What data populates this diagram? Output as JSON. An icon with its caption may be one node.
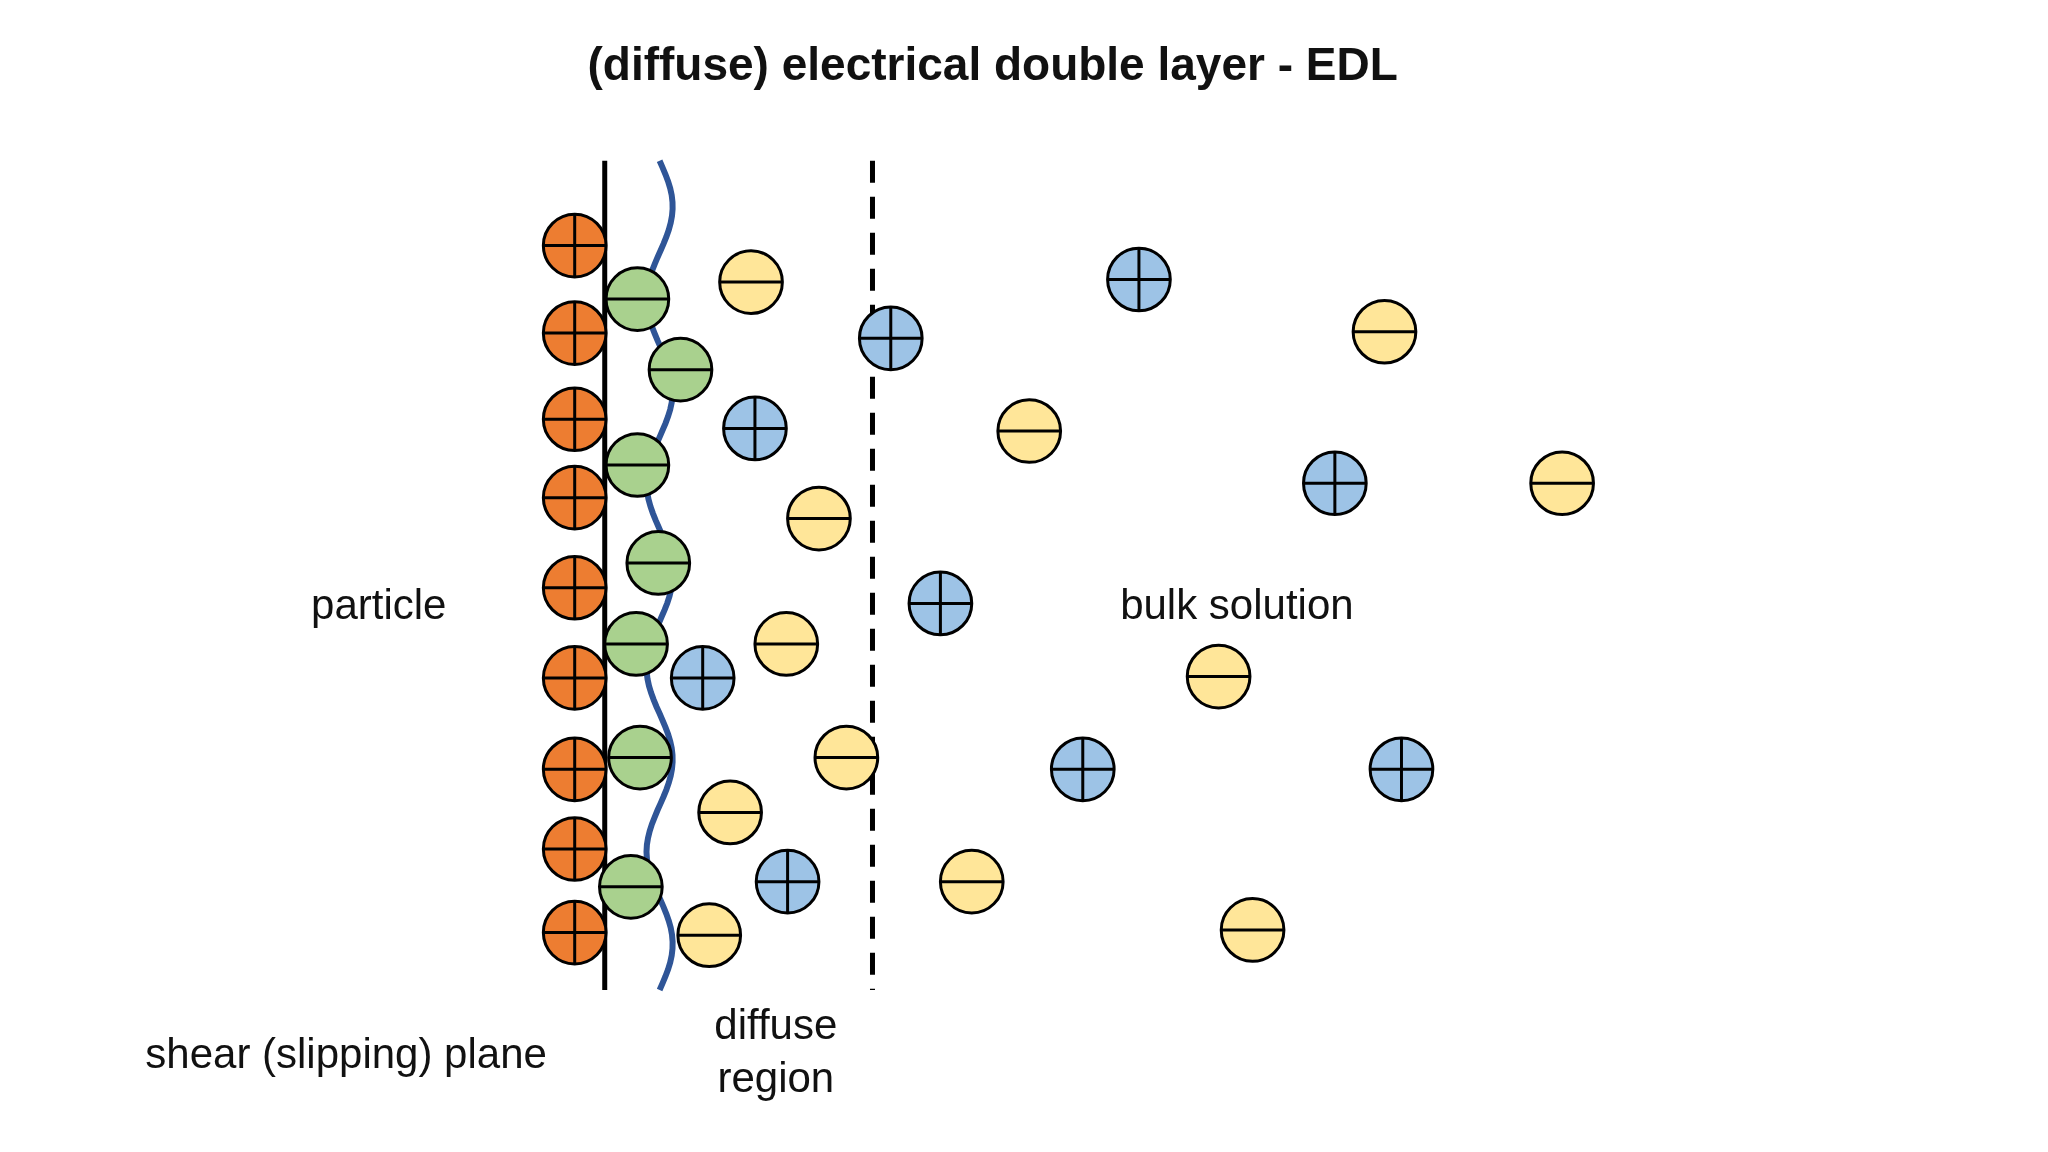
{
  "diagram": {
    "title": "(diffuse) electrical double layer - EDL",
    "labels": [
      "particle",
      "bulk solution",
      "shear (slipping) plane",
      "diffuse region"
    ]
  }
}
